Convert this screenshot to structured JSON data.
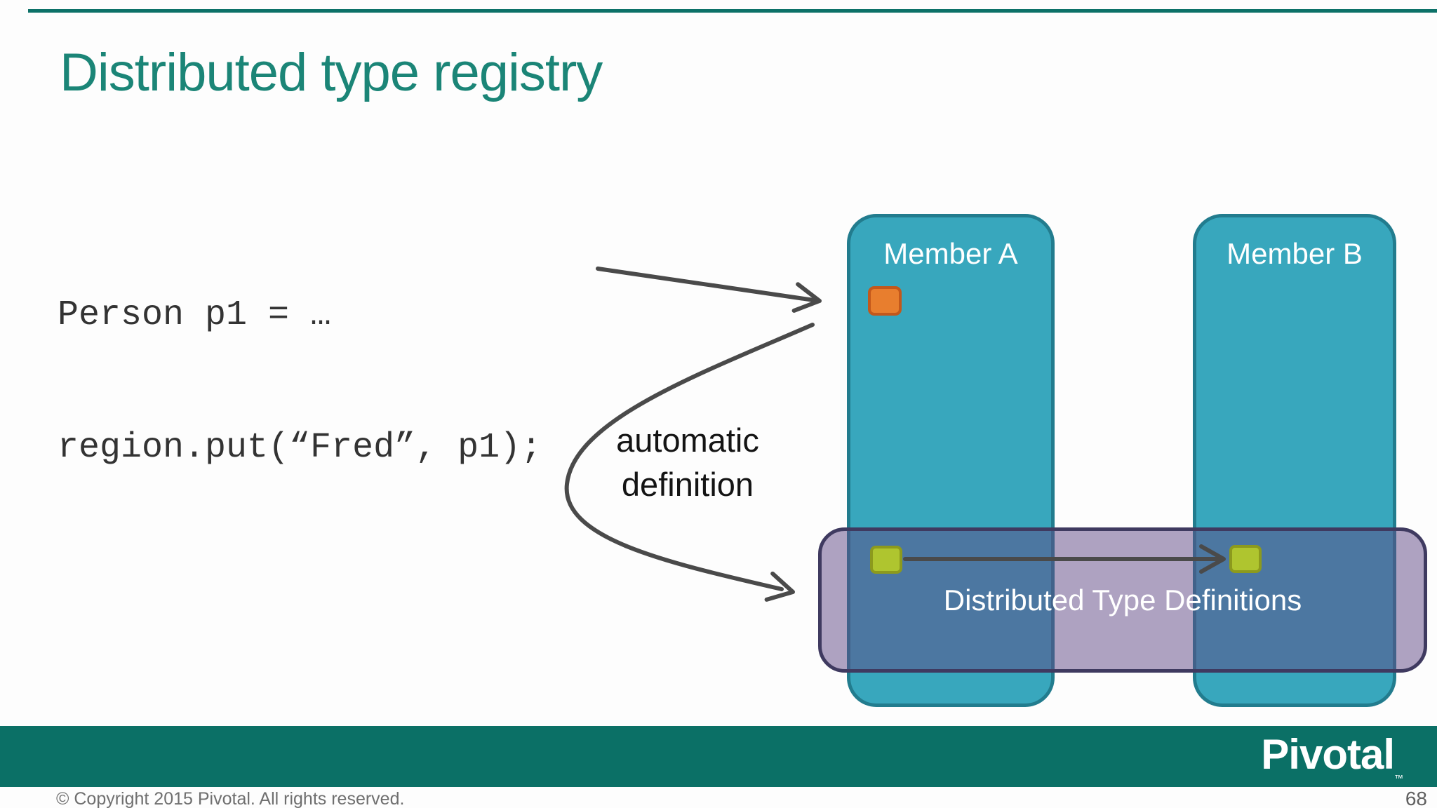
{
  "slide": {
    "title": "Distributed type registry",
    "code": {
      "line1": "Person p1 = …",
      "line2": "region.put(“Fred”, p1);"
    },
    "annotation": {
      "line1": "automatic",
      "line2": "definition"
    },
    "members": {
      "a": {
        "label": "Member A"
      },
      "b": {
        "label": "Member B"
      }
    },
    "band": {
      "label": "Distributed Type Definitions"
    },
    "footer": {
      "logo": "Pivotal",
      "trademark": "™",
      "copyright": "© Copyright 2015 Pivotal. All rights reserved.",
      "page_number": "68"
    },
    "colors": {
      "title_teal": "#1b8577",
      "box_teal_fill": "#38a7bd",
      "box_teal_border": "#227c8e",
      "band_purple_fill": "#604886",
      "band_purple_border": "#3f3a60",
      "green_fill": "#afc52f",
      "green_border": "#8c9a1d",
      "orange_fill": "#e87e2e",
      "orange_border": "#c3581b",
      "arrow_gray": "#4a4a4a",
      "footer_teal": "#0b7066",
      "top_rule_teal": "#0c7168",
      "code_text": "#333333",
      "footer_text_gray": "#6f6f6f"
    }
  }
}
